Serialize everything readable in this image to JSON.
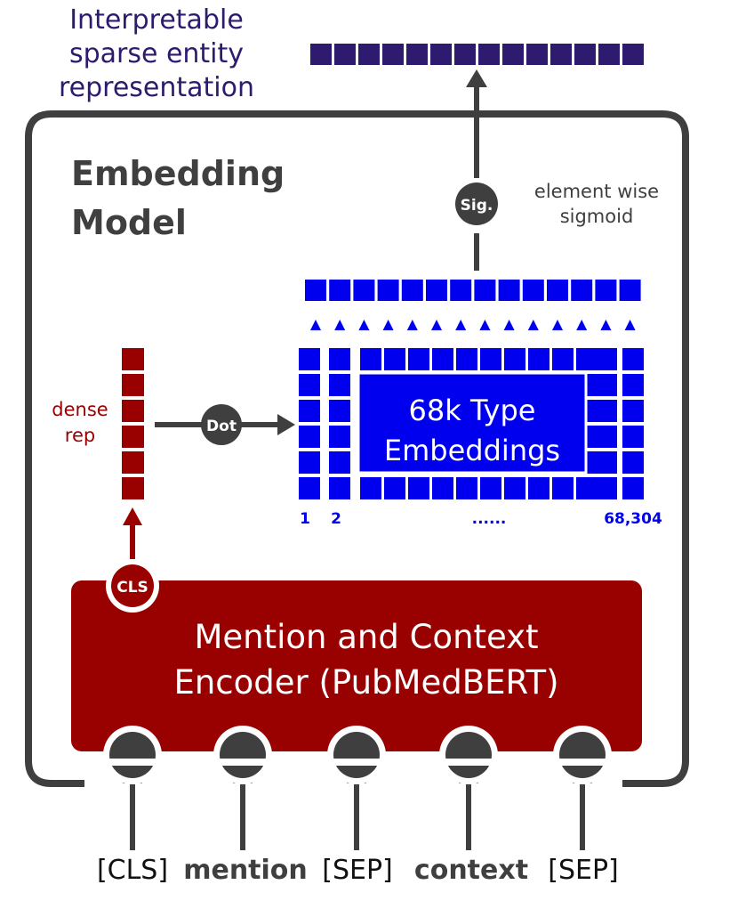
{
  "top_label": {
    "line1": "Interpretable",
    "line2": "sparse entity",
    "line3": "representation"
  },
  "model_title": {
    "line1": "Embedding",
    "line2": "Model"
  },
  "sigmoid": {
    "node_label": "Sig.",
    "desc_line1": "element wise",
    "desc_line2": "sigmoid"
  },
  "dense": {
    "label_line1": "dense",
    "label_line2": "rep"
  },
  "dot_label": "Dot",
  "embeddings": {
    "title_line1": "68k Type",
    "title_line2": "Embeddings",
    "index_first": "1",
    "index_second": "2",
    "index_ellipsis": "......",
    "index_last": "68,304"
  },
  "cls_badge": "CLS",
  "encoder": {
    "line1": "Mention and Context",
    "line2": "Encoder (PubMedBERT)"
  },
  "inputs": [
    "[CLS]",
    "mention",
    "[SEP]",
    "context",
    "[SEP]"
  ],
  "colors": {
    "navy": "#2e1a6e",
    "blue": "#0000ee",
    "red": "#990000",
    "gray": "#3f3f3f"
  }
}
